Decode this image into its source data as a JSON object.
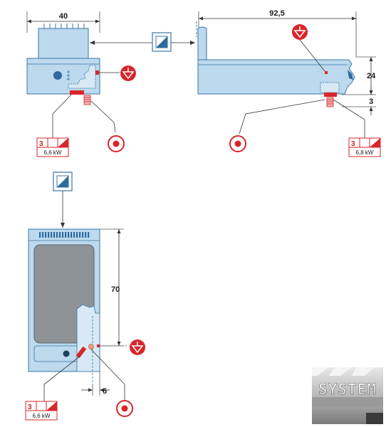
{
  "dimensions": {
    "front_width": "40",
    "side_depth": "92,5",
    "side_height": "24",
    "side_base": "3",
    "top_depth": "70",
    "top_offset": "6"
  },
  "power_boxes": [
    {
      "phase": "3",
      "power": "6,6 kW"
    },
    {
      "phase": "3",
      "power": "6,8 kW"
    },
    {
      "phase": "3",
      "power": "6,6 kW"
    }
  ],
  "logo": {
    "text": "SYSTEM"
  },
  "colors": {
    "body": "#bcd9ee",
    "body_dark": "#a5c8e2",
    "outline": "#3a76a6",
    "symbol_red": "#d8262b",
    "plate": "#8e9398"
  },
  "icons": {
    "electric_connection": "square-diagonal-icon",
    "equipotential": "ground-triangle-icon",
    "cable_entry": "red-circle-dot-icon",
    "phase_box": "phase-box-icon"
  }
}
